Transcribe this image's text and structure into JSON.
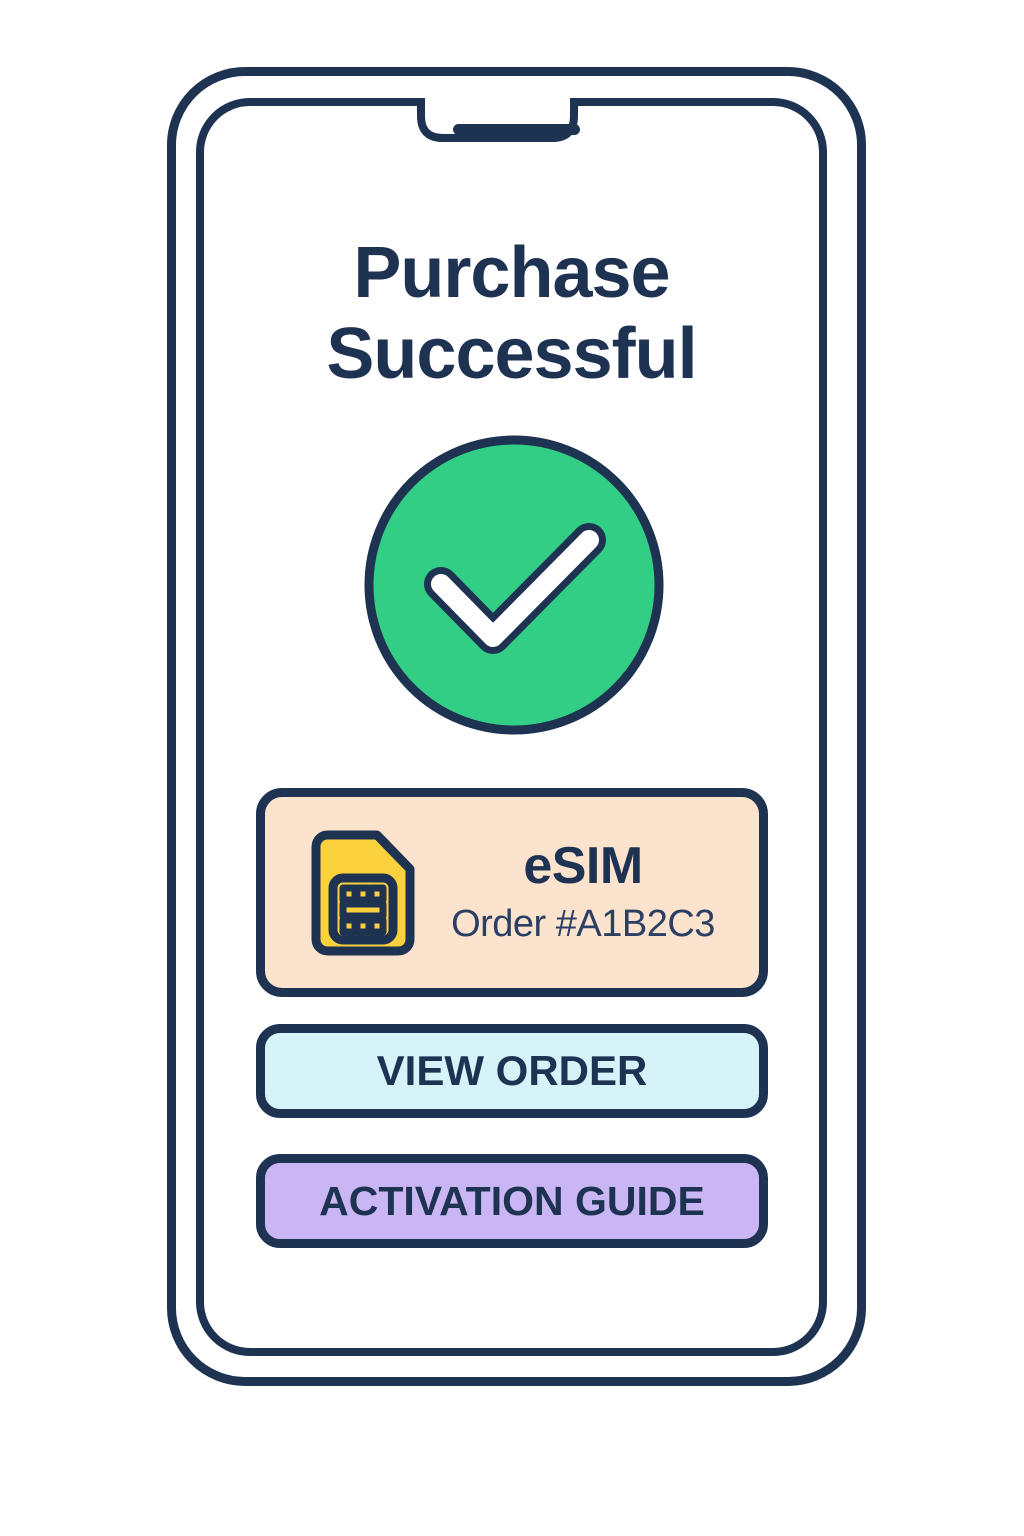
{
  "device": {
    "type": "smartphone-mockup",
    "frame_color": "#1e3252",
    "screen_background": "#ffffff",
    "notch_label": "phone-notch",
    "speaker_label": "earpiece-speaker"
  },
  "screen": {
    "title_line_1": "Purchase",
    "title_line_2": "Successful",
    "title_color": "#1e3252",
    "status_icon": {
      "name": "success-check-circle-icon",
      "circle_color": "#33ce85",
      "check_color": "#ffffff",
      "outline_color": "#1e3252"
    },
    "product_card": {
      "icon_name": "sim-card-icon",
      "icon_color": "#fbd23e",
      "background_color": "#fbe3ce",
      "product_name": "eSIM",
      "order_reference": "Order #A1B2C3"
    },
    "buttons": [
      {
        "id": "view-order",
        "label": "VIEW ORDER",
        "background_color": "#d6f3fa",
        "text_color": "#1e3252"
      },
      {
        "id": "activation-guide",
        "label": "ACTIVATION GUIDE",
        "background_color": "#cbb6f5",
        "text_color": "#1e3252"
      }
    ]
  }
}
